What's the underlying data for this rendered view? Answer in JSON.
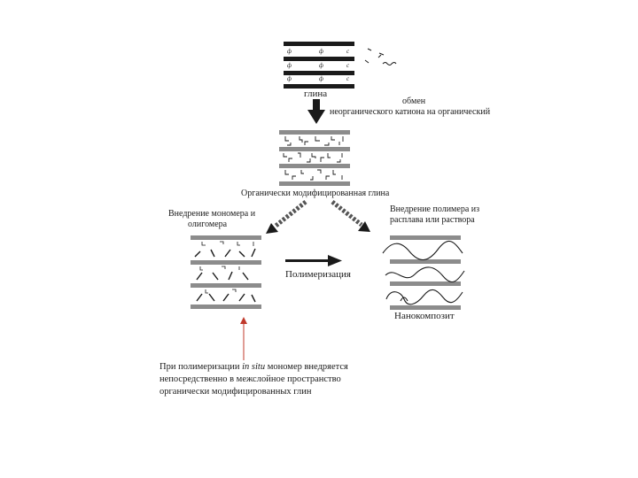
{
  "labels": {
    "clay": "глина",
    "exchange_line1": "обмен",
    "exchange_line2": "неорганического катиона на органический",
    "organo_clay": "Органически модифицированная глина",
    "insert_monomer_line1": "Внедрение мономера и",
    "insert_monomer_line2": "олигомера",
    "insert_polymer_line1": "Внедрение полимера из",
    "insert_polymer_line2": "расплава или раствора",
    "polymerization": "Полимеризация",
    "nanocomposite": "Нанокомпозит"
  },
  "note": {
    "part1": "При полимеризации ",
    "insitu": "in situ",
    "part2": " мономер внедряется  непосредственно в межслойное пространство органически модифицированных глин"
  },
  "colors": {
    "ink": "#1a1a1a",
    "layer_gray": "#8c8c8c",
    "accent_red": "#c0392b"
  }
}
